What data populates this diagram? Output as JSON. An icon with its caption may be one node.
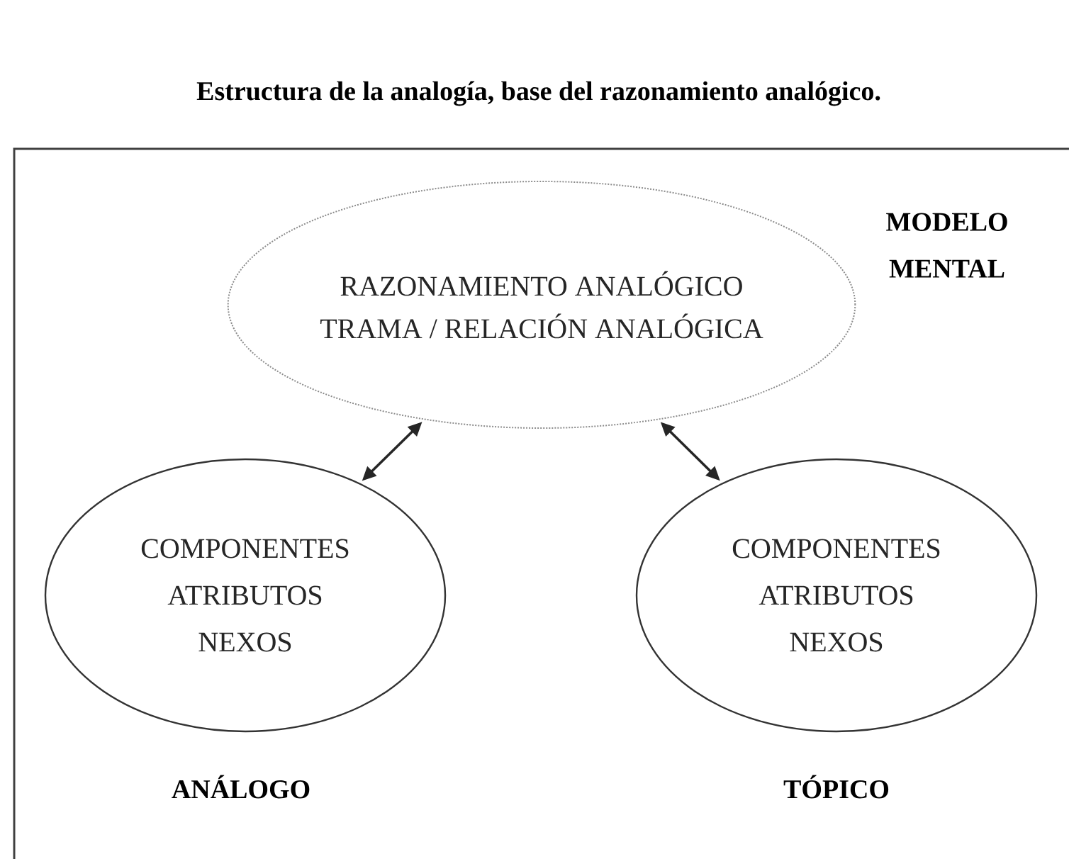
{
  "diagram": {
    "title": "Estructura de la analogía, base del razonamiento analógico.",
    "nodes": [
      {
        "text": [
          "RAZONAMIENTO ANALÓGICO",
          "TRAMA / RELACIÓN ANALÓGICA"
        ],
        "beside": [
          "MODELO MENTAL"
        ]
      },
      {
        "text": [
          "COMPONENTES",
          "ATRIBUTOS",
          "NEXOS"
        ],
        "beside": [
          "ANÁLOGO"
        ]
      },
      {
        "text": [
          "COMPONENTES",
          "ATRIBUTOS",
          "NEXOS"
        ],
        "beside": [
          "TÓPICO"
        ]
      }
    ],
    "edges": [
      {
        "from": 0,
        "to": 1,
        "arrow": "both"
      },
      {
        "from": 0,
        "to": 2,
        "arrow": "both"
      }
    ]
  }
}
